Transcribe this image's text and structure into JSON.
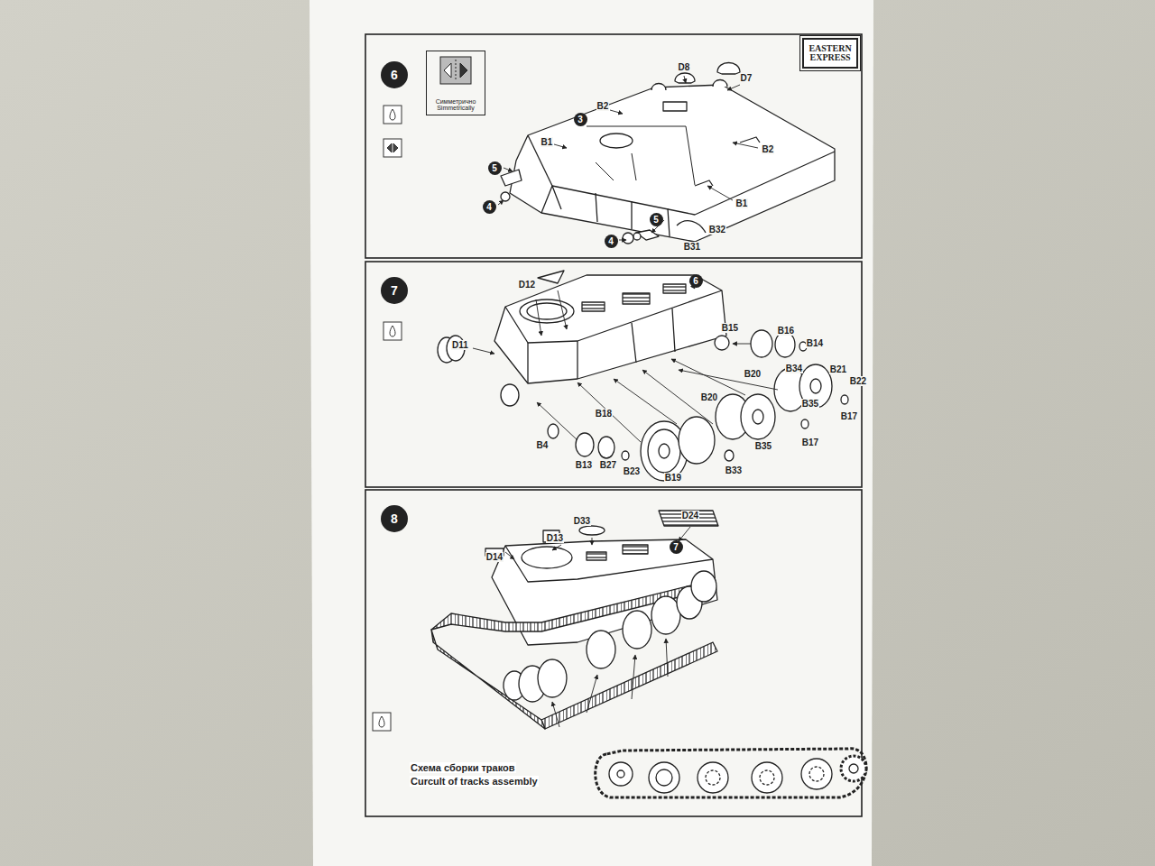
{
  "diagram": {
    "nodes": [
      {
        "text": [
          "EASTERN EXPRESS"
        ]
      },
      {
        "text": [
          "6"
        ]
      },
      {
        "text": [
          "Симметрично Simmetrically"
        ]
      },
      {
        "text": [
          "7"
        ]
      },
      {
        "text": [
          "8"
        ]
      }
    ],
    "edges": [],
    "labels": [
      "D8",
      "D7",
      "B2",
      "3",
      "B1",
      "5",
      "4",
      "B2",
      "B1",
      "5",
      "4",
      "B32",
      "B31",
      "D12",
      "6",
      "D11",
      "B15",
      "B16",
      "B14",
      "B34",
      "B21",
      "B22",
      "B20",
      "B20",
      "B17",
      "B35",
      "B18",
      "B35",
      "B17",
      "B4",
      "B13",
      "B27",
      "B23",
      "B19",
      "B33",
      "D33",
      "D24",
      "D13",
      "D14",
      "7",
      "Схема сборки траков",
      "Curcult of tracks assembly"
    ]
  }
}
